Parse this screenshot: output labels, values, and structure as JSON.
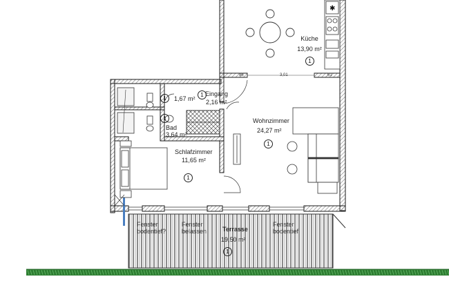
{
  "rooms": {
    "kueche": {
      "name": "Küche",
      "area": "13,90 m²",
      "unit": "1"
    },
    "wohnzimmer": {
      "name": "Wohnzimmer",
      "area": "24,27 m²",
      "unit": "1"
    },
    "eingang": {
      "name": "Eingang",
      "area": "2,16 m²",
      "unit": "1"
    },
    "wc": {
      "area": "1,67 m²",
      "unit": "1"
    },
    "bad": {
      "name": "Bad",
      "area": "3,64 m²",
      "unit": "1"
    },
    "schlafzimmer": {
      "name": "Schlafzimmer",
      "area": "11,65 m²",
      "unit": "1"
    },
    "terrasse": {
      "name": "Terrasse",
      "area": "19,50 m²",
      "unit": "1"
    }
  },
  "dimensions": {
    "d1": "86",
    "d2": "3,01",
    "d3": "61"
  },
  "notes": {
    "n1_line1": "Fenster",
    "n1_line2": "bodentief?",
    "n2_line1": "Fenster",
    "n2_line2": "belassen",
    "n3_line1": "Fenster",
    "n3_line2": "bodentief"
  },
  "colors": {
    "terrace_floor": "#8c8c8c",
    "grass": "#2e7d32",
    "wall": "#1a1a1a",
    "hatch": "#7a7a7a"
  }
}
